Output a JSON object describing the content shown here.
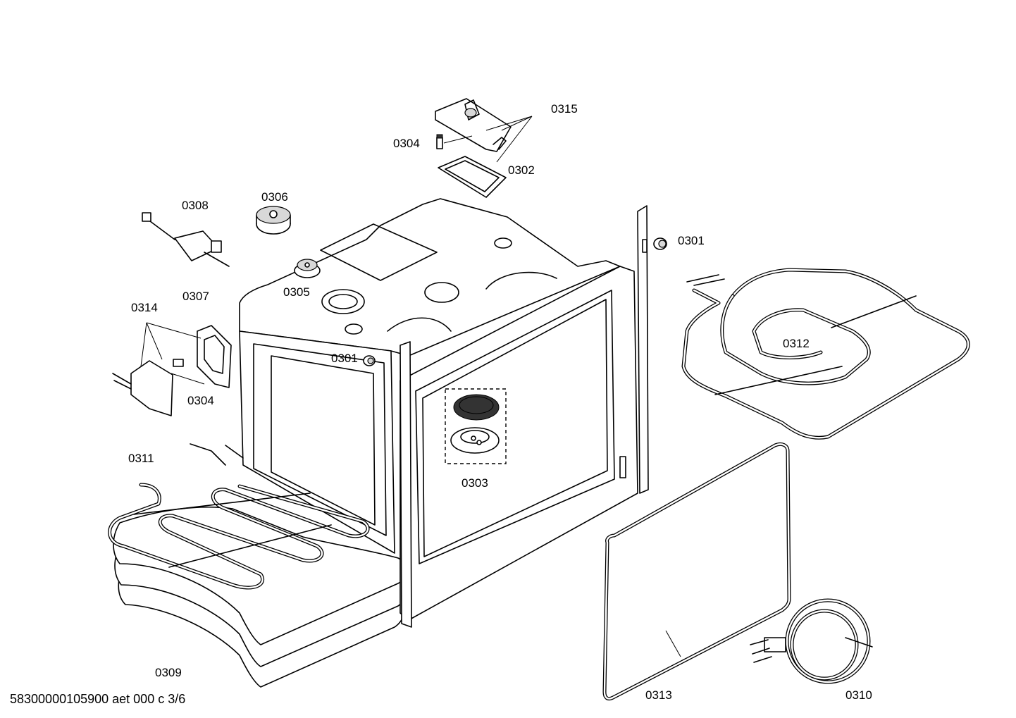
{
  "diagram": {
    "footer_code": "58300000105900 aet 000 c 3/6",
    "labels": {
      "p0315": "0315",
      "p0304_top": "0304",
      "p0302": "0302",
      "p0306": "0306",
      "p0308": "0308",
      "p0301_right": "0301",
      "p0305": "0305",
      "p0307": "0307",
      "p0314": "0314",
      "p0301_mid": "0301",
      "p0312": "0312",
      "p0304_left": "0304",
      "p0311": "0311",
      "p0303": "0303",
      "p0309": "0309",
      "p0313": "0313",
      "p0310": "0310"
    }
  }
}
